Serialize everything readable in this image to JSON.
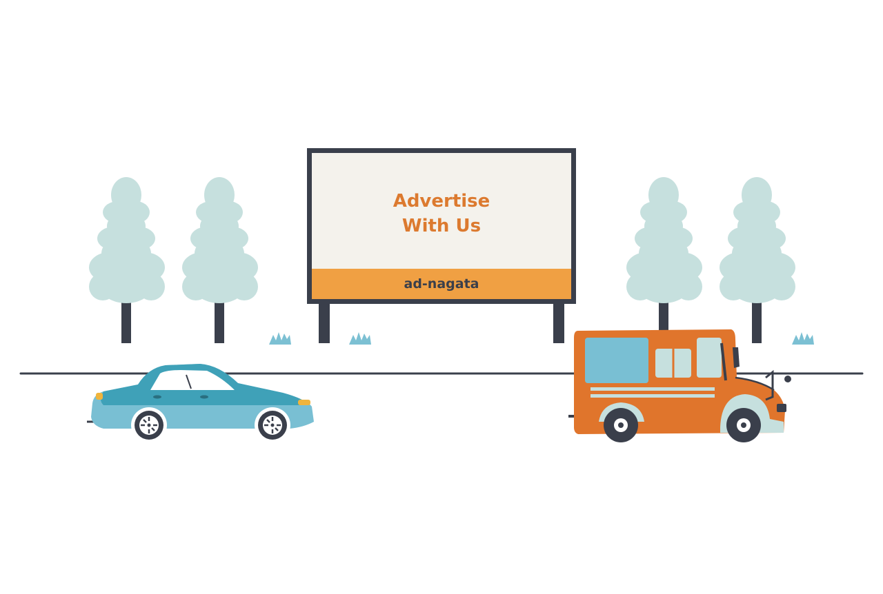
{
  "billboard": {
    "headline_line1": "Advertise",
    "headline_line2": "With Us",
    "brand": "ad-nagata"
  },
  "colors": {
    "tree": "#c6e0de",
    "trunk": "#3a3f4b",
    "billboard_frame": "#3a3f4b",
    "billboard_panel": "#f4f2ec",
    "billboard_band": "#f0a043",
    "headline_text": "#dc7a2f",
    "car_body": "#79bfd3",
    "car_top": "#3fa1b8",
    "bus_body": "#e0752c",
    "grass": "#7cc0d3",
    "road": "#3a3f4b"
  },
  "icons": [
    "tree-icon",
    "grass-icon",
    "car-icon",
    "bus-icon",
    "wheel-icon"
  ]
}
